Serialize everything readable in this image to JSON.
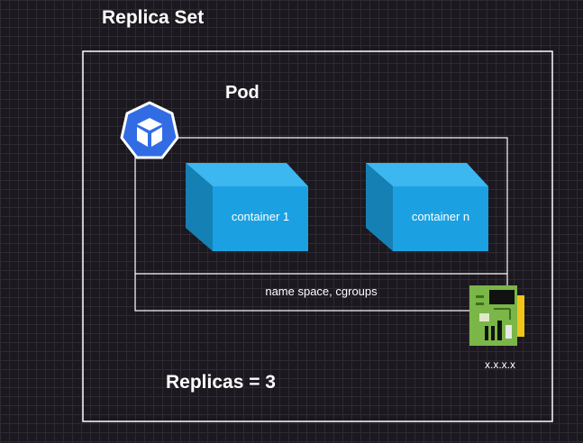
{
  "diagram": {
    "title": "Replica Set",
    "pod_label": "Pod",
    "containers": [
      {
        "label": "container 1"
      },
      {
        "label": "container n"
      }
    ],
    "namespace_label": "name space, cgroups",
    "replicas_label": "Replicas = 3",
    "ip_label": "x.x.x.x",
    "colors": {
      "container": "#1ba1e2",
      "container_dark": "#1580b4",
      "kube_blue": "#326ce5",
      "nic_green": "#7ab648",
      "nic_gold": "#f0c419",
      "outline": "#ffffff"
    },
    "icons": [
      "kubernetes-cube-icon",
      "network-card-icon"
    ]
  }
}
